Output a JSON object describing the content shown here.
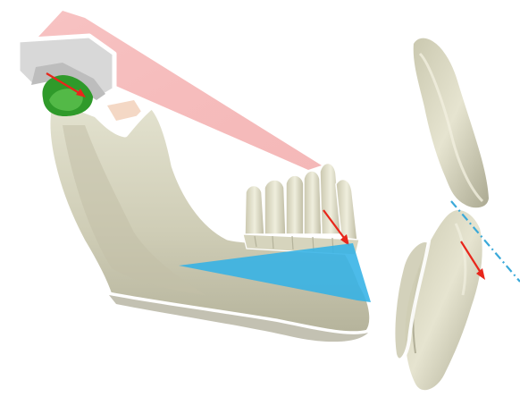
{
  "scene": {
    "subjects": [
      "mandible",
      "condyle",
      "teeth",
      "incisor-pair"
    ],
    "colors": {
      "bone": "#dcdbc6",
      "bone_shadow": "#a9a991",
      "tooth": "#e9e7d5",
      "condyle_green": "#2f9a2a",
      "fossa_gray": "#cfcfcf",
      "red_plane": "#f4a6a6",
      "red_arrow": "#e8261b",
      "blue_plane": "#33b2e6",
      "blue_dashed": "#3aa9d9",
      "outline": "#e8e8e8"
    }
  }
}
